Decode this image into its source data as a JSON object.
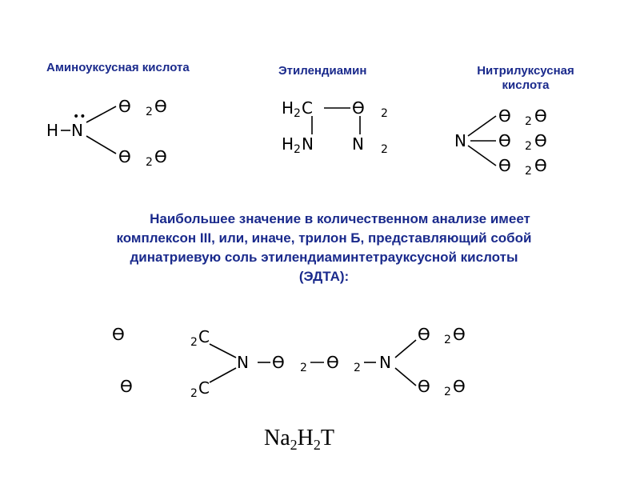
{
  "titles": {
    "glycine": "Аминоуксусная кислота",
    "ethylenediamine": "Этилендиамин",
    "nitrilotriacetic_line1": "Нитрилуксусная",
    "nitrilotriacetic_line2": "кислота"
  },
  "paragraph": {
    "line1": "Наибольшее значение в количественном анализе имеет",
    "line2": "комплексон III, или, иначе, трилон Б, представляющий собой",
    "line3": "динатриевую соль этилендиаминтетрауксусной кислоты",
    "line4": "(ЭДТА):"
  },
  "formula": {
    "na": "Na",
    "na_sub": "2",
    "h": "H",
    "h_sub": "2",
    "t": "T"
  },
  "atoms": {
    "H": "H",
    "N": "N",
    "C": "C",
    "broken": "Ɵ",
    "two": "2",
    "H2": "H",
    "dots": "••"
  },
  "colors": {
    "title": "#1a2a8c",
    "structure": "#000000"
  }
}
